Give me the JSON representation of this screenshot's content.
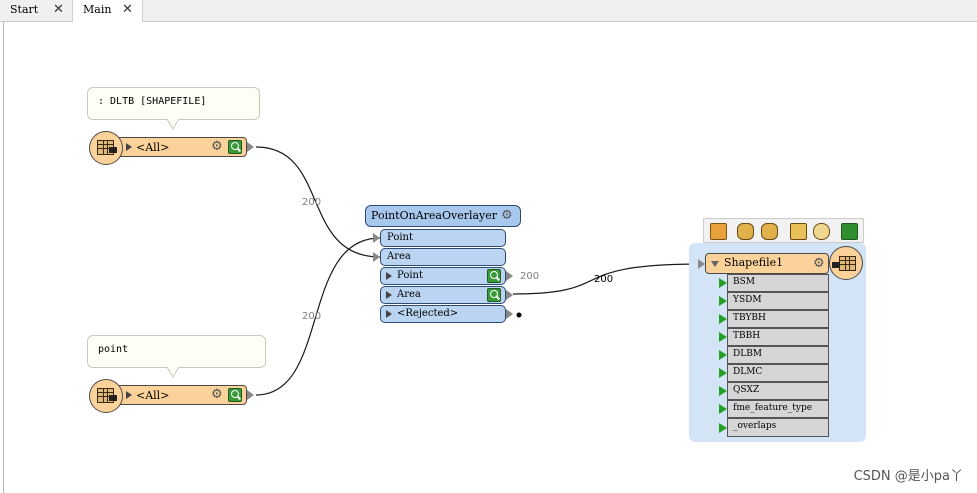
{
  "tabs": [
    {
      "label": "Start"
    },
    {
      "label": "Main"
    }
  ],
  "readers": [
    {
      "note": ": DLTB [SHAPEFILE]",
      "port_label": "<All>"
    },
    {
      "note": "point",
      "port_label": "<All>"
    }
  ],
  "transformer": {
    "title": "PointOnAreaOverlayer",
    "inputs": [
      "Point",
      "Area"
    ],
    "outputs": [
      "Point",
      "Area",
      "<Rejected>"
    ]
  },
  "writer": {
    "name": "Shapefile1",
    "attributes": [
      "BSM",
      "YSDM",
      "TBYBH",
      "TBBH",
      "DLBM",
      "DLMC",
      "QSXZ",
      "fme_feature_type",
      "_overlaps"
    ]
  },
  "feature_counts": {
    "reader1_to_area": "200",
    "reader2_to_point": "200",
    "point_out": "200",
    "area_to_writer": "200"
  },
  "colors": {
    "reader_fill": "#fbd39a",
    "transformer_fill": "#bad4f2",
    "writer_panel": "#d4e4f7",
    "attribute_fill": "#d6d6d6",
    "port_arrow_green": "#22a022"
  },
  "watermark": "CSDN @是小pa丫"
}
